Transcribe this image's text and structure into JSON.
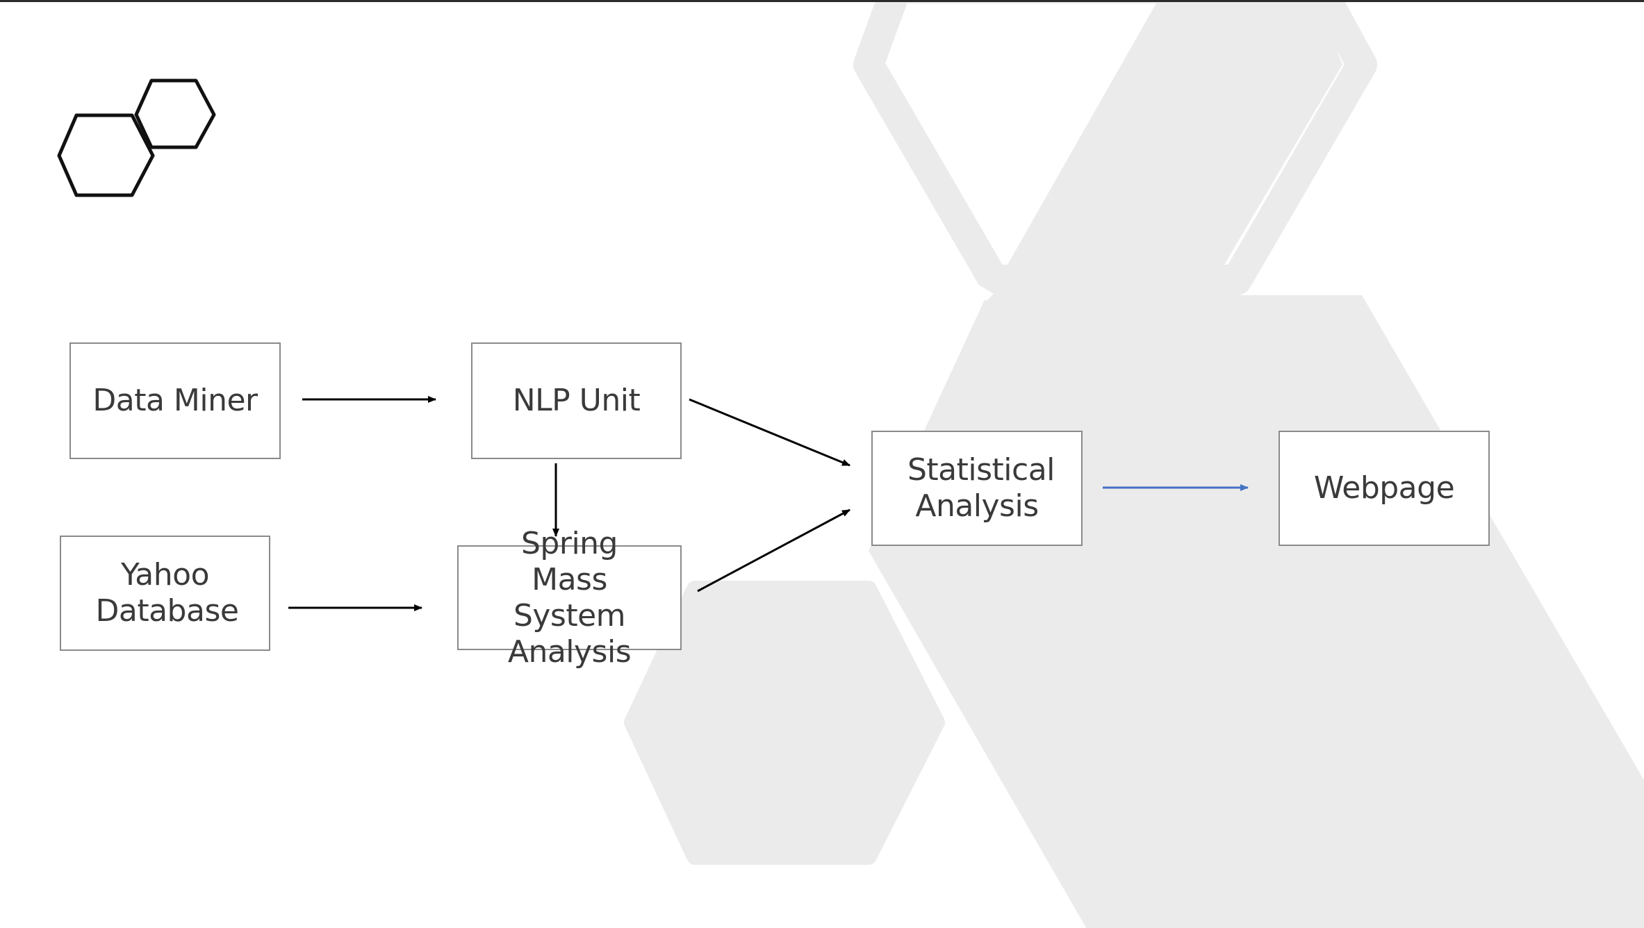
{
  "diagram": {
    "nodes": {
      "data_miner": "Data Miner",
      "nlp_unit": "NLP Unit",
      "yahoo_database": "Yahoo Database",
      "spring_mass_system_analysis": "Spring Mass System Analysis",
      "statistical_analysis": "Statistical Analysis",
      "webpage": "Webpage"
    },
    "edges": [
      {
        "from": "Data Miner",
        "to": "NLP Unit"
      },
      {
        "from": "NLP Unit",
        "to": "Spring Mass System Analysis"
      },
      {
        "from": "Yahoo Database",
        "to": "Spring Mass System Analysis"
      },
      {
        "from": "NLP Unit",
        "to": "Statistical Analysis"
      },
      {
        "from": "Spring Mass System Analysis",
        "to": "Statistical Analysis"
      },
      {
        "from": "Statistical Analysis",
        "to": "Webpage"
      }
    ]
  },
  "colors": {
    "background_shape": "#ebebeb",
    "arrow": "#000000",
    "accent_arrow": "#4472c4",
    "box_border": "#8a8a8a"
  }
}
